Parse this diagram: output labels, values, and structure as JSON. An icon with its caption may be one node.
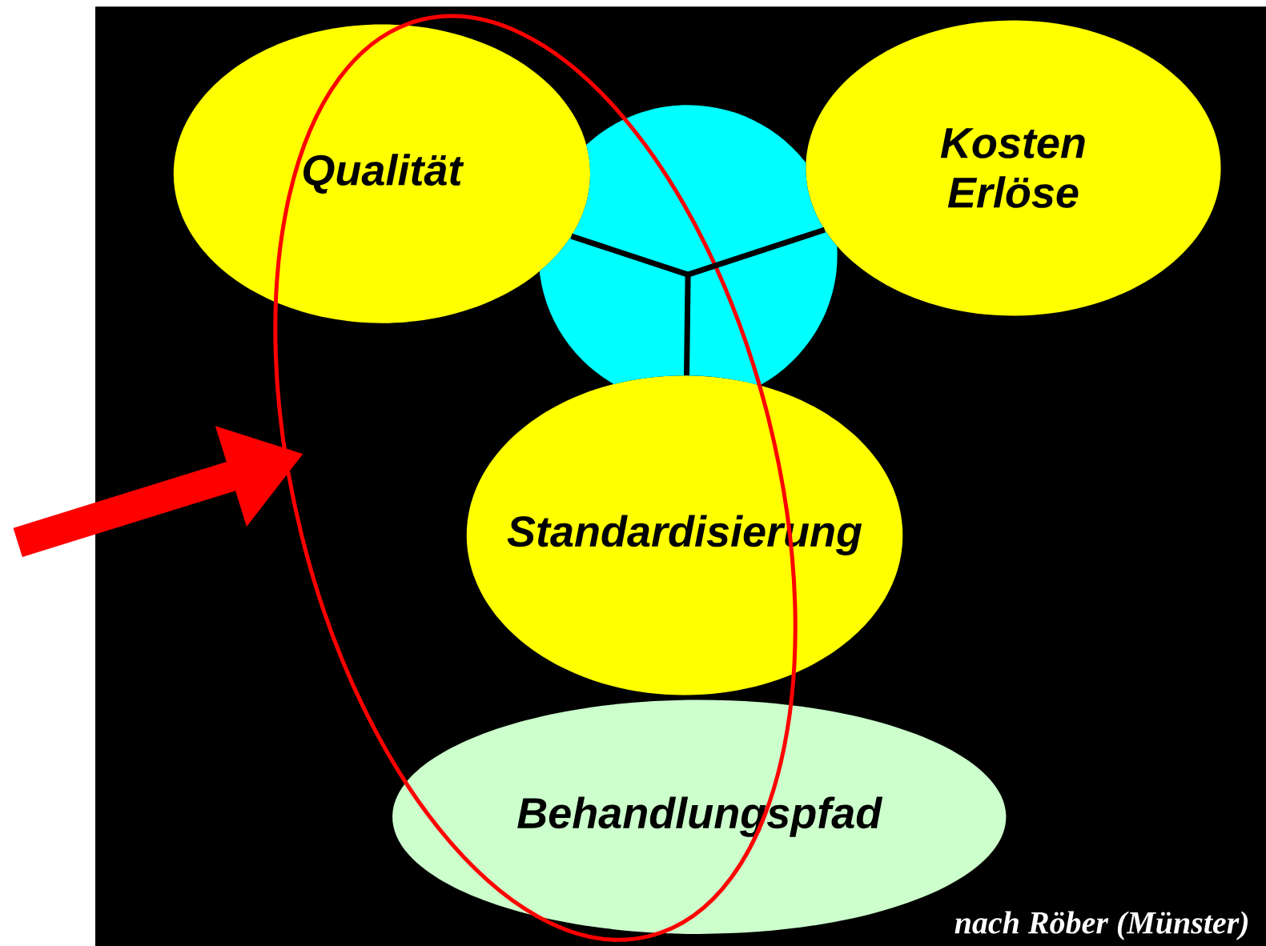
{
  "diagram": {
    "caption": "nach Röber (Münster)",
    "nodes": [
      {
        "text": [
          "Qualität"
        ]
      },
      {
        "text": [
          "Kosten Erlöse"
        ]
      },
      {
        "text": [],
        "shape": "circle"
      },
      {
        "text": [
          "Standardisierung"
        ]
      },
      {
        "text": [
          "Behandlungspfad"
        ]
      }
    ],
    "edges": [
      {
        "from": 2,
        "to": 0,
        "arrow": "none"
      },
      {
        "from": 2,
        "to": 1,
        "arrow": "none"
      },
      {
        "from": 2,
        "to": 3,
        "arrow": "none"
      }
    ]
  }
}
